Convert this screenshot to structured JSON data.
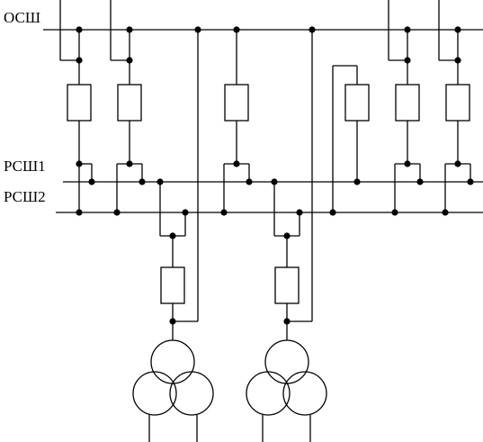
{
  "buses": {
    "main": {
      "label": "ОСШ"
    },
    "reserve_1": {
      "label": "РСШ1"
    },
    "reserve_2": {
      "label": "РСШ2"
    }
  },
  "colors": {
    "line": "#000000",
    "background": "#ffffff"
  }
}
